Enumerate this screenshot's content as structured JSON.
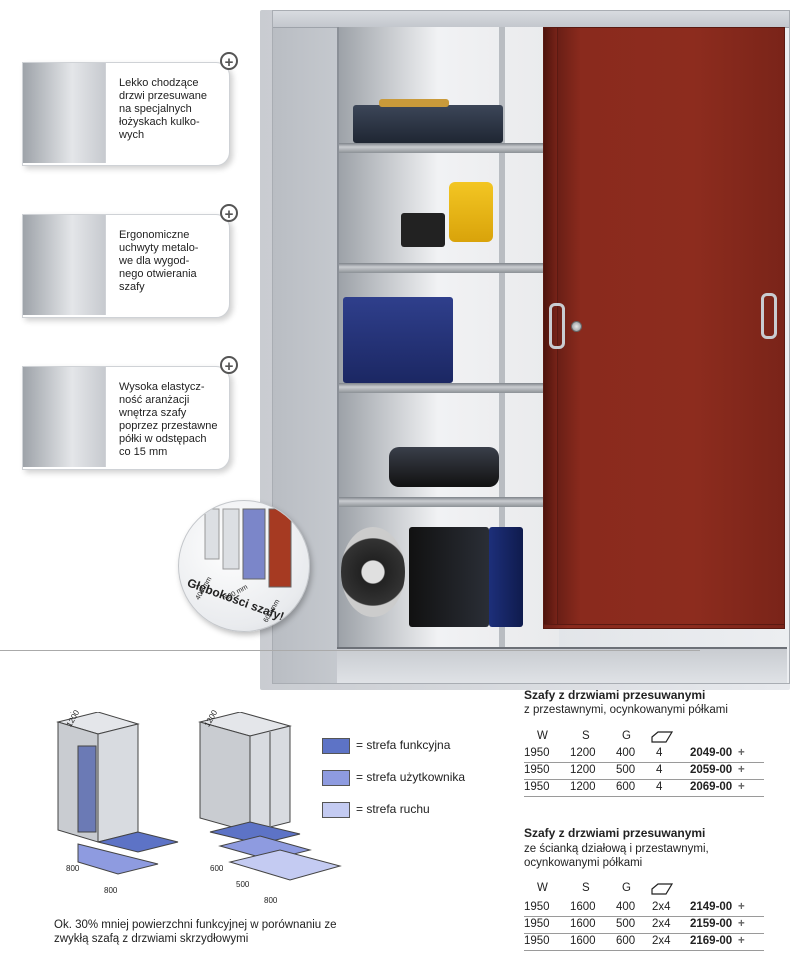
{
  "features": [
    {
      "text": "Lekko chodzące\ndrzwi przesuwane\nna specjalnych\nłożyskach kulko-\nwych"
    },
    {
      "text": "Ergonomiczne\nuchwyty metalo-\nwe dla wygod-\nnego otwierania\nszafy"
    },
    {
      "text": "Wysoka elastycz-\nność aranżacji\nwnętrza szafy\npoprzez przestawne\npółki w odstępach\nco 15 mm"
    }
  ],
  "depth_badge": {
    "title": "Głębokości szafy!",
    "depths": [
      "400 mm",
      "500 mm",
      "600 mm"
    ]
  },
  "diagram": {
    "left": {
      "width": "1200",
      "depth": "800",
      "depth2": "800"
    },
    "right": {
      "width": "1200",
      "d1": "600",
      "d2": "500",
      "d3": "800"
    },
    "legend": [
      {
        "label": "= strefa funkcyjna",
        "color": "#5d73c6"
      },
      {
        "label": "= strefa użytkownika",
        "color": "#8e9be0"
      },
      {
        "label": "= strefa ruchu",
        "color": "#c4cbf2"
      }
    ],
    "footnote": "Ok. 30% mniej powierzchni funkcyjnej w porównaniu ze zwykłą szafą z drzwiami skrzydłowymi"
  },
  "products": [
    {
      "title": "Szafy z drzwiami przesuwanymi",
      "subtitle": "z przestawnymi, ocynkowanymi półkami",
      "headers": {
        "w": "W",
        "s": "S",
        "g": "G"
      },
      "rows": [
        {
          "w": "1950",
          "s": "1200",
          "g": "400",
          "n": "4",
          "code": "2049-00"
        },
        {
          "w": "1950",
          "s": "1200",
          "g": "500",
          "n": "4",
          "code": "2059-00"
        },
        {
          "w": "1950",
          "s": "1200",
          "g": "600",
          "n": "4",
          "code": "2069-00"
        }
      ]
    },
    {
      "title": "Szafy z drzwiami przesuwanymi",
      "subtitle": "ze ścianką działową i przestawnymi,\nocynkowanymi półkami",
      "headers": {
        "w": "W",
        "s": "S",
        "g": "G"
      },
      "rows": [
        {
          "w": "1950",
          "s": "1600",
          "g": "400",
          "n": "2x4",
          "code": "2149-00"
        },
        {
          "w": "1950",
          "s": "1600",
          "g": "500",
          "n": "2x4",
          "code": "2159-00"
        },
        {
          "w": "1950",
          "s": "1600",
          "g": "600",
          "n": "2x4",
          "code": "2169-00"
        }
      ]
    }
  ],
  "plus_symbol": "+",
  "colors": {
    "door": "#8a2a1d",
    "cabinet": "#dfe2e6"
  }
}
